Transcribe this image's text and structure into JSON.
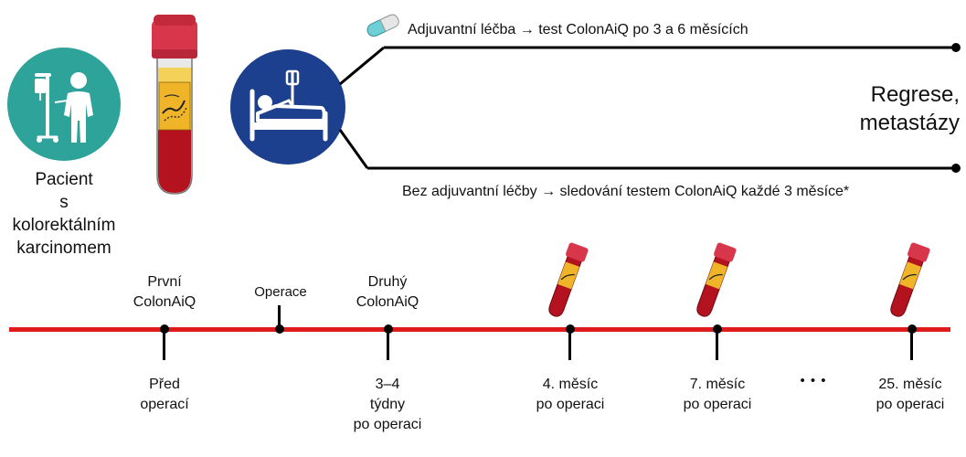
{
  "patient": {
    "lines": [
      "Pacient",
      "s kolorektálním",
      "karcinomem"
    ]
  },
  "branches": {
    "adjuvant": "Adjuvantní léčba → test ColonAiQ po 3 a 6 měsících",
    "no_adjuvant": "Bez adjuvantní léčby → sledování testem ColonAiQ každé 3 měsíce*"
  },
  "outcome": {
    "line1": "Regrese,",
    "line2": "metastázy"
  },
  "timeline": {
    "above": {
      "first": [
        "První",
        "ColonAiQ"
      ],
      "surgery": "Operace",
      "second": [
        "Druhý",
        "ColonAiQ"
      ]
    },
    "below": {
      "pre": [
        "Před",
        "operací"
      ],
      "weeks": [
        "3–4",
        "týdny",
        "po operaci"
      ],
      "m4": [
        "4. měsíc",
        "po operaci"
      ],
      "m7": [
        "7. měsíc",
        "po operaci"
      ],
      "ellipsis": "• • •",
      "m25": [
        "25. měsíc",
        "po operaci"
      ]
    }
  },
  "colors": {
    "teal": "#2ea39a",
    "navy": "#1c3f8e",
    "blood": "#b3121e",
    "cap": "#d8364a",
    "label": "#f0b428",
    "timeline": "#e01b1b",
    "capsule_teal": "#6fcfd6"
  },
  "icons": {
    "patient": "patient-iv-icon",
    "tube": "blood-tube-icon",
    "bed": "hospital-bed-icon",
    "pill": "capsule-icon"
  }
}
